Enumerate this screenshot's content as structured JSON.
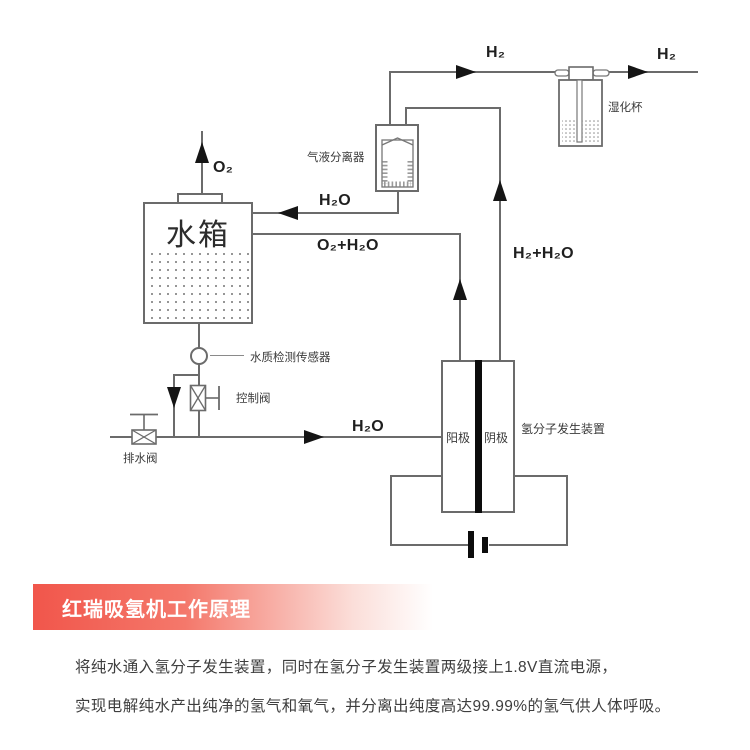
{
  "colors": {
    "pipe": "#6b6b6b",
    "arrow": "#151515",
    "membrane": "#0c0c0c",
    "banner_red": "#f1564b",
    "body_text": "#3e3e3e"
  },
  "diagram": {
    "flows": {
      "o2_vent": "O₂",
      "h2_to_humidifier": "H₂",
      "h2_output": "H₂",
      "h2o_return": "H₂O",
      "o2_h2o": "O₂+H₂O",
      "h2_h2o": "H₂+H₂O",
      "h2o_feed": "H₂O"
    },
    "components": {
      "tank": "水箱",
      "separator": "气液分离器",
      "humidifier": "湿化杯",
      "sensor": "水质检测传感器",
      "control_valve": "控制阀",
      "drain_valve": "排水阀",
      "anode": "阳极",
      "cathode": "阴极",
      "generator": "氢分子发生装置"
    }
  },
  "section": {
    "title": "红瑞吸氢机工作原理",
    "line1": "将纯水通入氢分子发生装置，同时在氢分子发生装置两级接上1.8V直流电源，",
    "line2": "实现电解纯水产出纯净的氢气和氧气，并分离出纯度高达99.99%的氢气供人体呼吸。"
  }
}
